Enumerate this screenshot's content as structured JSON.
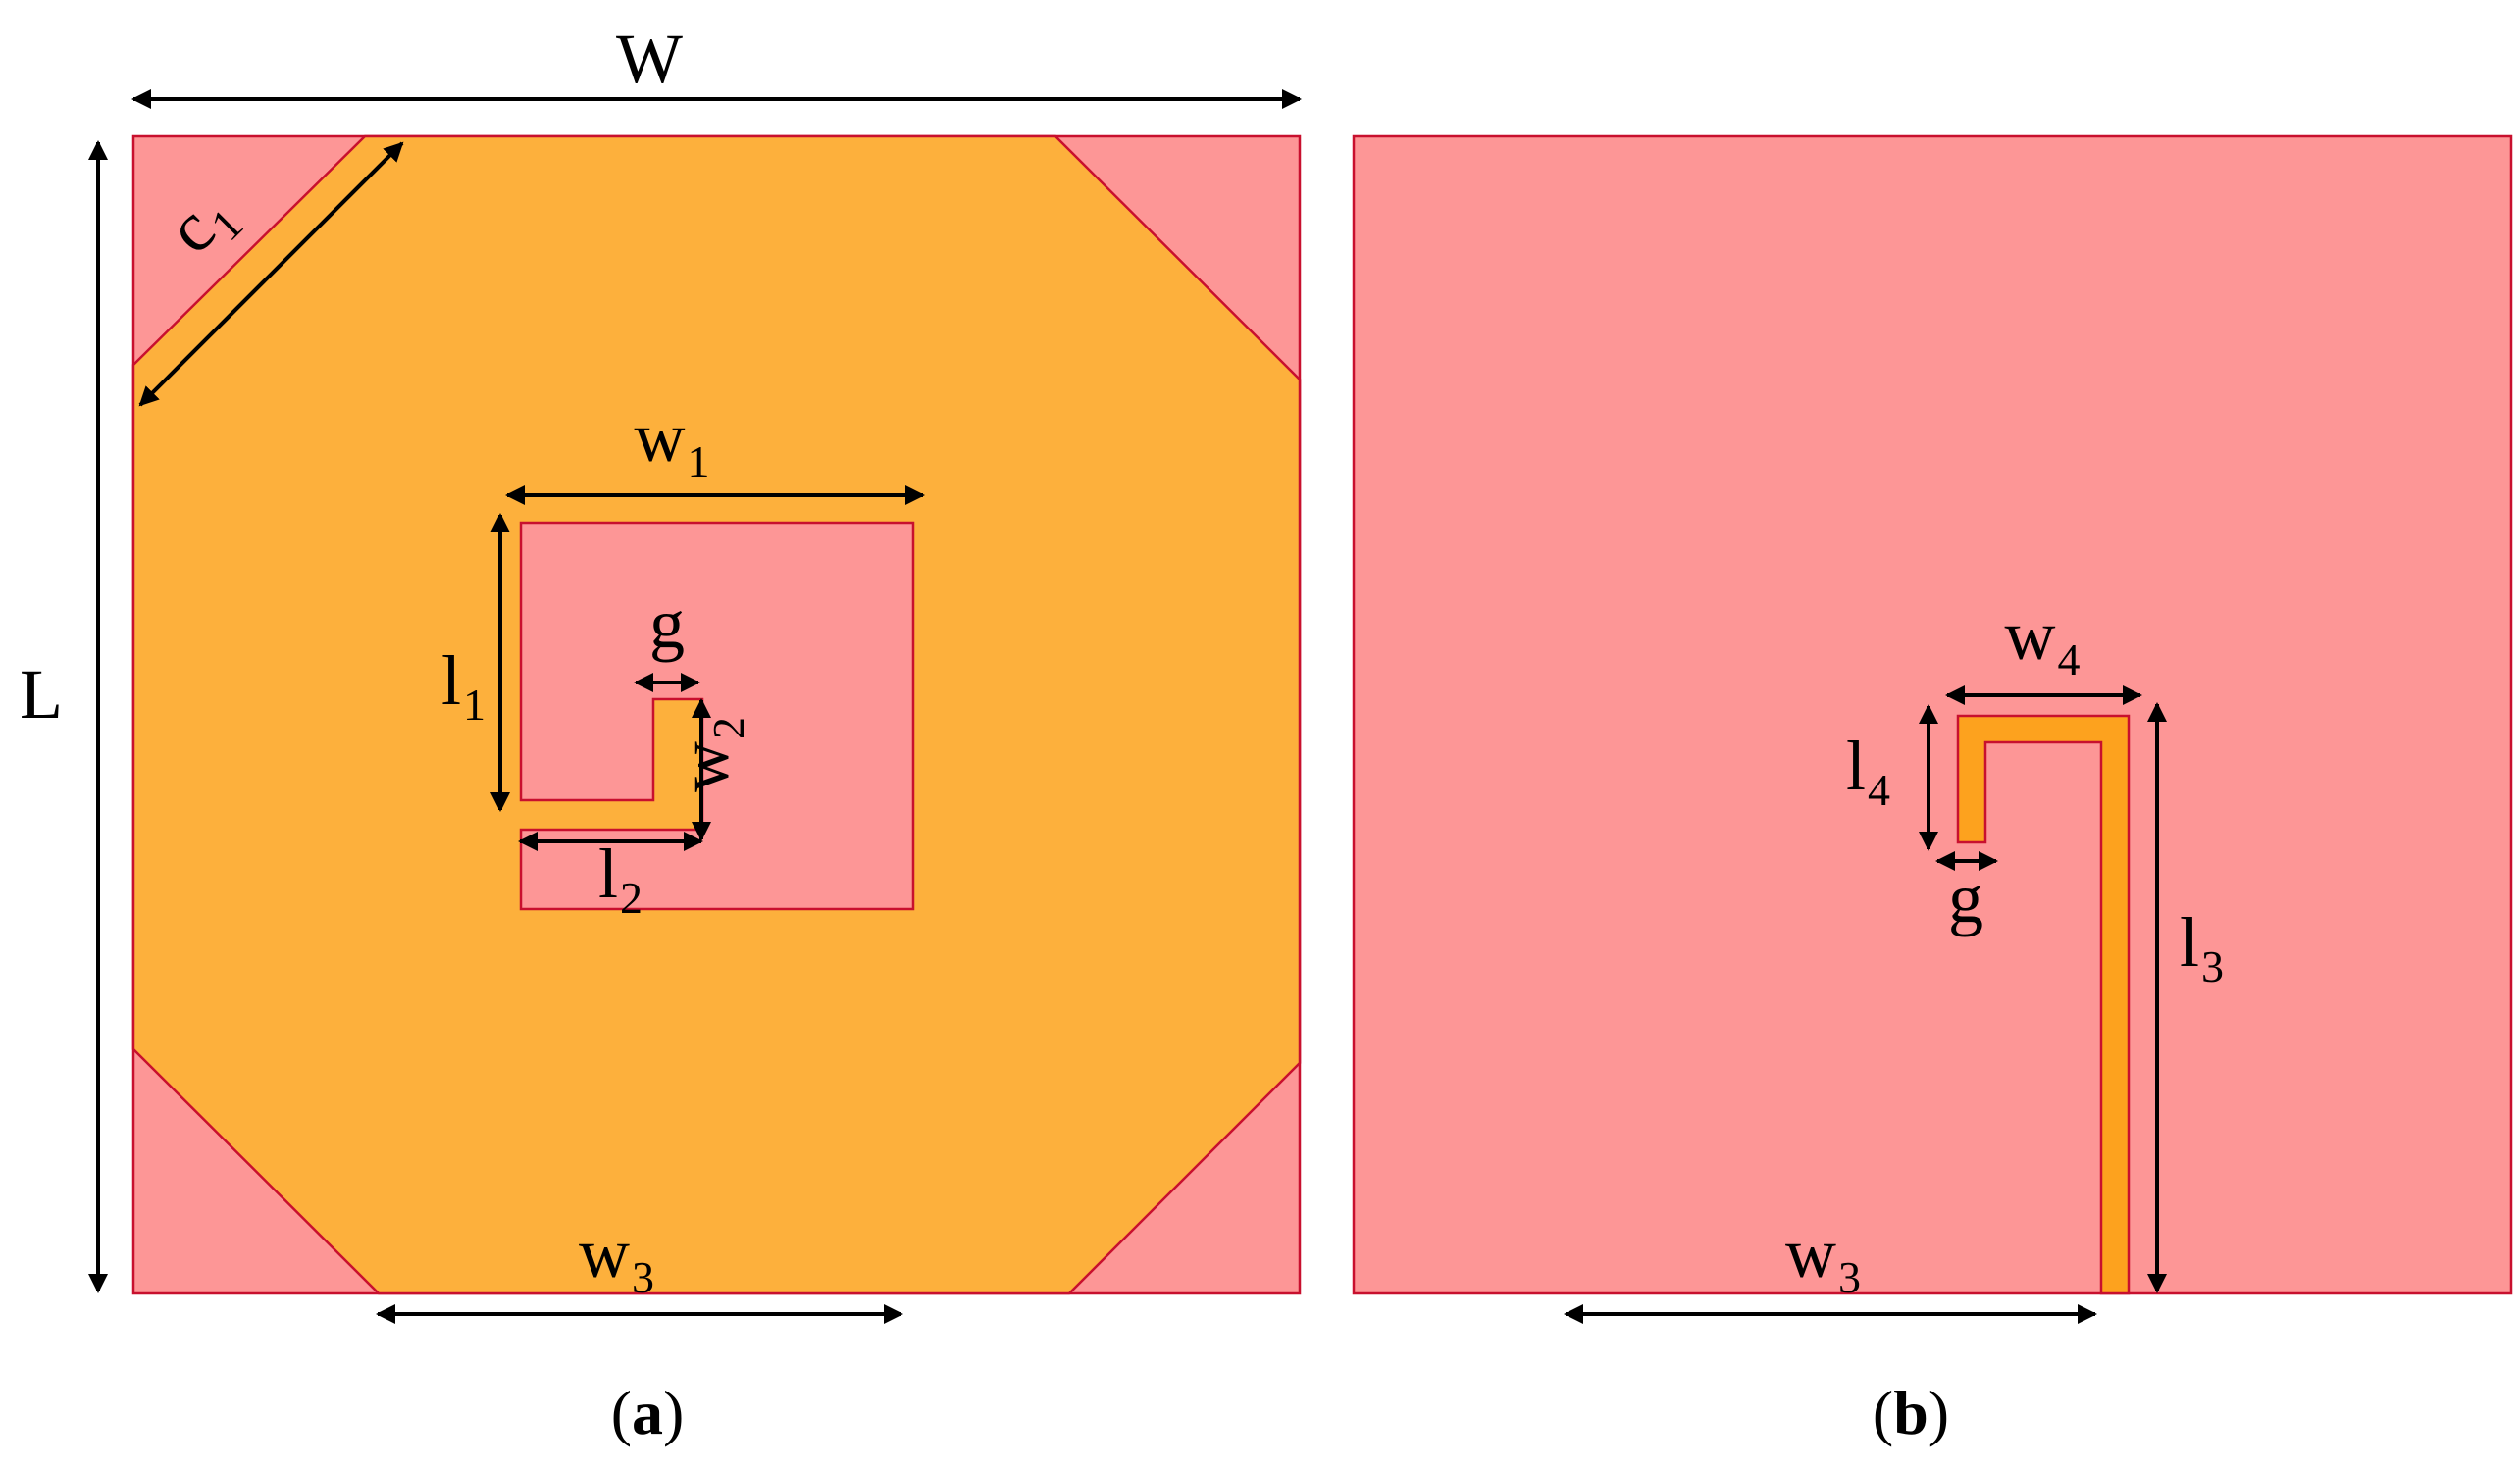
{
  "colors": {
    "substrate": "#fd9696",
    "copper": "#fdb03c",
    "copper_strip": "#fda21e",
    "edge": "#c8102e"
  },
  "panel_a": {
    "label_W": "W",
    "label_L": "L",
    "label_c1_base": "c",
    "label_c1_sub": "1",
    "label_w1_base": "w",
    "label_w1_sub": "1",
    "label_l1_base": "l",
    "label_l1_sub": "1",
    "label_g": "g",
    "label_w2_base": "w",
    "label_w2_sub": "2",
    "label_l2_base": "l",
    "label_l2_sub": "2",
    "label_w3_base": "w",
    "label_w3_sub": "3",
    "caption_open": "(",
    "caption_letter": "a",
    "caption_close": ")"
  },
  "panel_b": {
    "label_w4_base": "w",
    "label_w4_sub": "4",
    "label_l4_base": "l",
    "label_l4_sub": "4",
    "label_g": "g",
    "label_l3_base": "l",
    "label_l3_sub": "3",
    "label_w3_base": "w",
    "label_w3_sub": "3",
    "caption_open": "(",
    "caption_letter": "b",
    "caption_close": ")"
  }
}
